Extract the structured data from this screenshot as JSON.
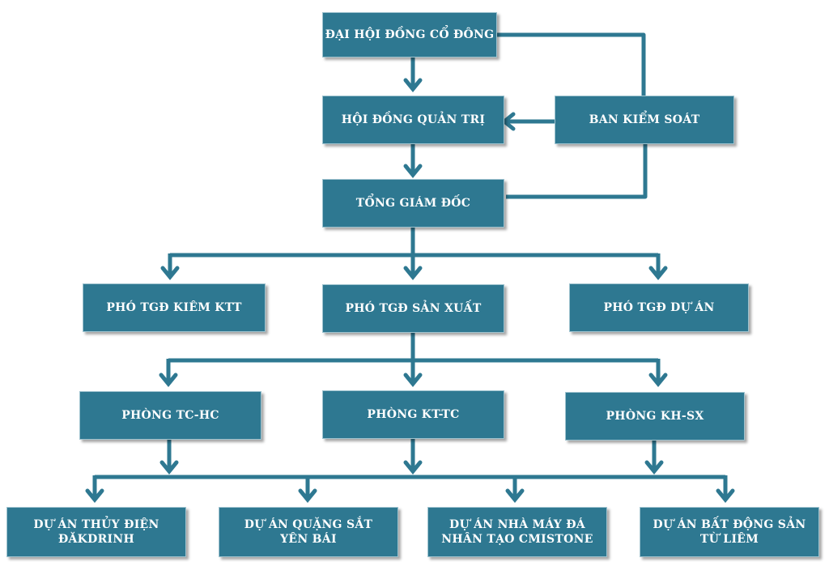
{
  "org_chart": {
    "shareholders": "ĐẠI HỘI ĐỒNG CỔ ĐÔNG",
    "board": "HỘI ĐỒNG QUẢN TRỊ",
    "supervisory": "BAN KIỂM SOÁT",
    "ceo": "TỔNG GIÁM ĐỐC",
    "deputy_1": "PHÓ TGĐ KIÊM KTT",
    "deputy_2": "PHÓ TGĐ SẢN XUẤT",
    "deputy_3": "PHÓ TGĐ DỰ ÁN",
    "dept_1": "PHÒNG TC-HC",
    "dept_2": "PHÒNG KT-TC",
    "dept_3": "PHÒNG KH-SX",
    "project_1": [
      "DỰ ÁN THỦY ĐIỆN",
      "ĐĂKDRINH"
    ],
    "project_2": [
      "DỰ ÁN QUẶNG SẮT",
      "YÊN BÁI"
    ],
    "project_3": [
      "DỰ ÁN NHÀ MÁY ĐÁ",
      "NHÂN TẠO CMISTONE"
    ],
    "project_4": [
      "DỰ ÁN BẤT ĐỘNG SẢN",
      "TỪ LIÊM"
    ]
  },
  "colors": {
    "box_fill": "#2e7891",
    "box_border": "#9fc3cf",
    "text": "#ffffff",
    "connector": "#2e7891"
  }
}
